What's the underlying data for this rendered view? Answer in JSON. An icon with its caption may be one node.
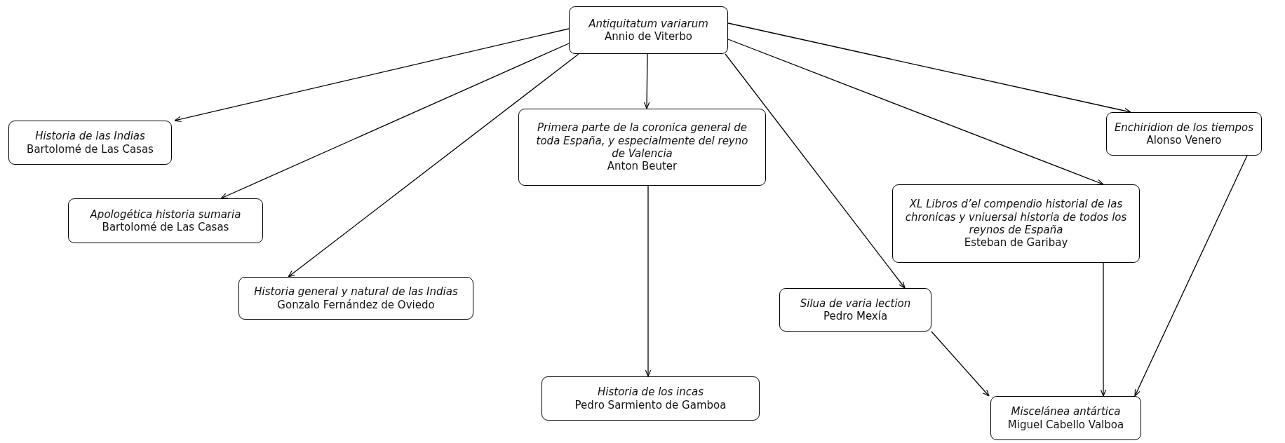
{
  "diagram": {
    "nodes": [
      {
        "text": [
          "Antiquitatum variarum",
          "Annio de Viterbo"
        ]
      },
      {
        "text": [
          "Historia de las Indias",
          "Bartolomé de Las Casas"
        ]
      },
      {
        "text": [
          "Apologética historia sumaria",
          "Bartolomé de Las Casas"
        ]
      },
      {
        "text": [
          "Historia general y natural de las Indias",
          "Gonzalo Fernández de Oviedo"
        ]
      },
      {
        "text": [
          "Primera parte de la coronica general de toda España, y especialmente del reyno de Valencia",
          "Anton Beuter"
        ]
      },
      {
        "text": [
          "Historia de los incas",
          "Pedro Sarmiento de Gamboa"
        ]
      },
      {
        "text": [
          "Silua de varia lection",
          "Pedro Mexía"
        ]
      },
      {
        "text": [
          "XL Libros d’el compendio historial de las chronicas y vniuersal historia de todos los reynos de España",
          "Esteban de Garibay"
        ]
      },
      {
        "text": [
          "Enchiridion de los tiempos",
          "Alonso Venero"
        ]
      },
      {
        "text": [
          "Miscelánea antártica",
          "Miguel Cabello Valboa"
        ]
      }
    ],
    "edges": [
      {
        "from": 0,
        "to": 1,
        "arrow": "to"
      },
      {
        "from": 0,
        "to": 2,
        "arrow": "to"
      },
      {
        "from": 0,
        "to": 3,
        "arrow": "to"
      },
      {
        "from": 0,
        "to": 4,
        "arrow": "to"
      },
      {
        "from": 0,
        "to": 6,
        "arrow": "to"
      },
      {
        "from": 0,
        "to": 7,
        "arrow": "to"
      },
      {
        "from": 0,
        "to": 8,
        "arrow": "to"
      },
      {
        "from": 4,
        "to": 5,
        "arrow": "to"
      },
      {
        "from": 6,
        "to": 9,
        "arrow": "to"
      },
      {
        "from": 7,
        "to": 9,
        "arrow": "to"
      },
      {
        "from": 8,
        "to": 9,
        "arrow": "to"
      }
    ]
  }
}
